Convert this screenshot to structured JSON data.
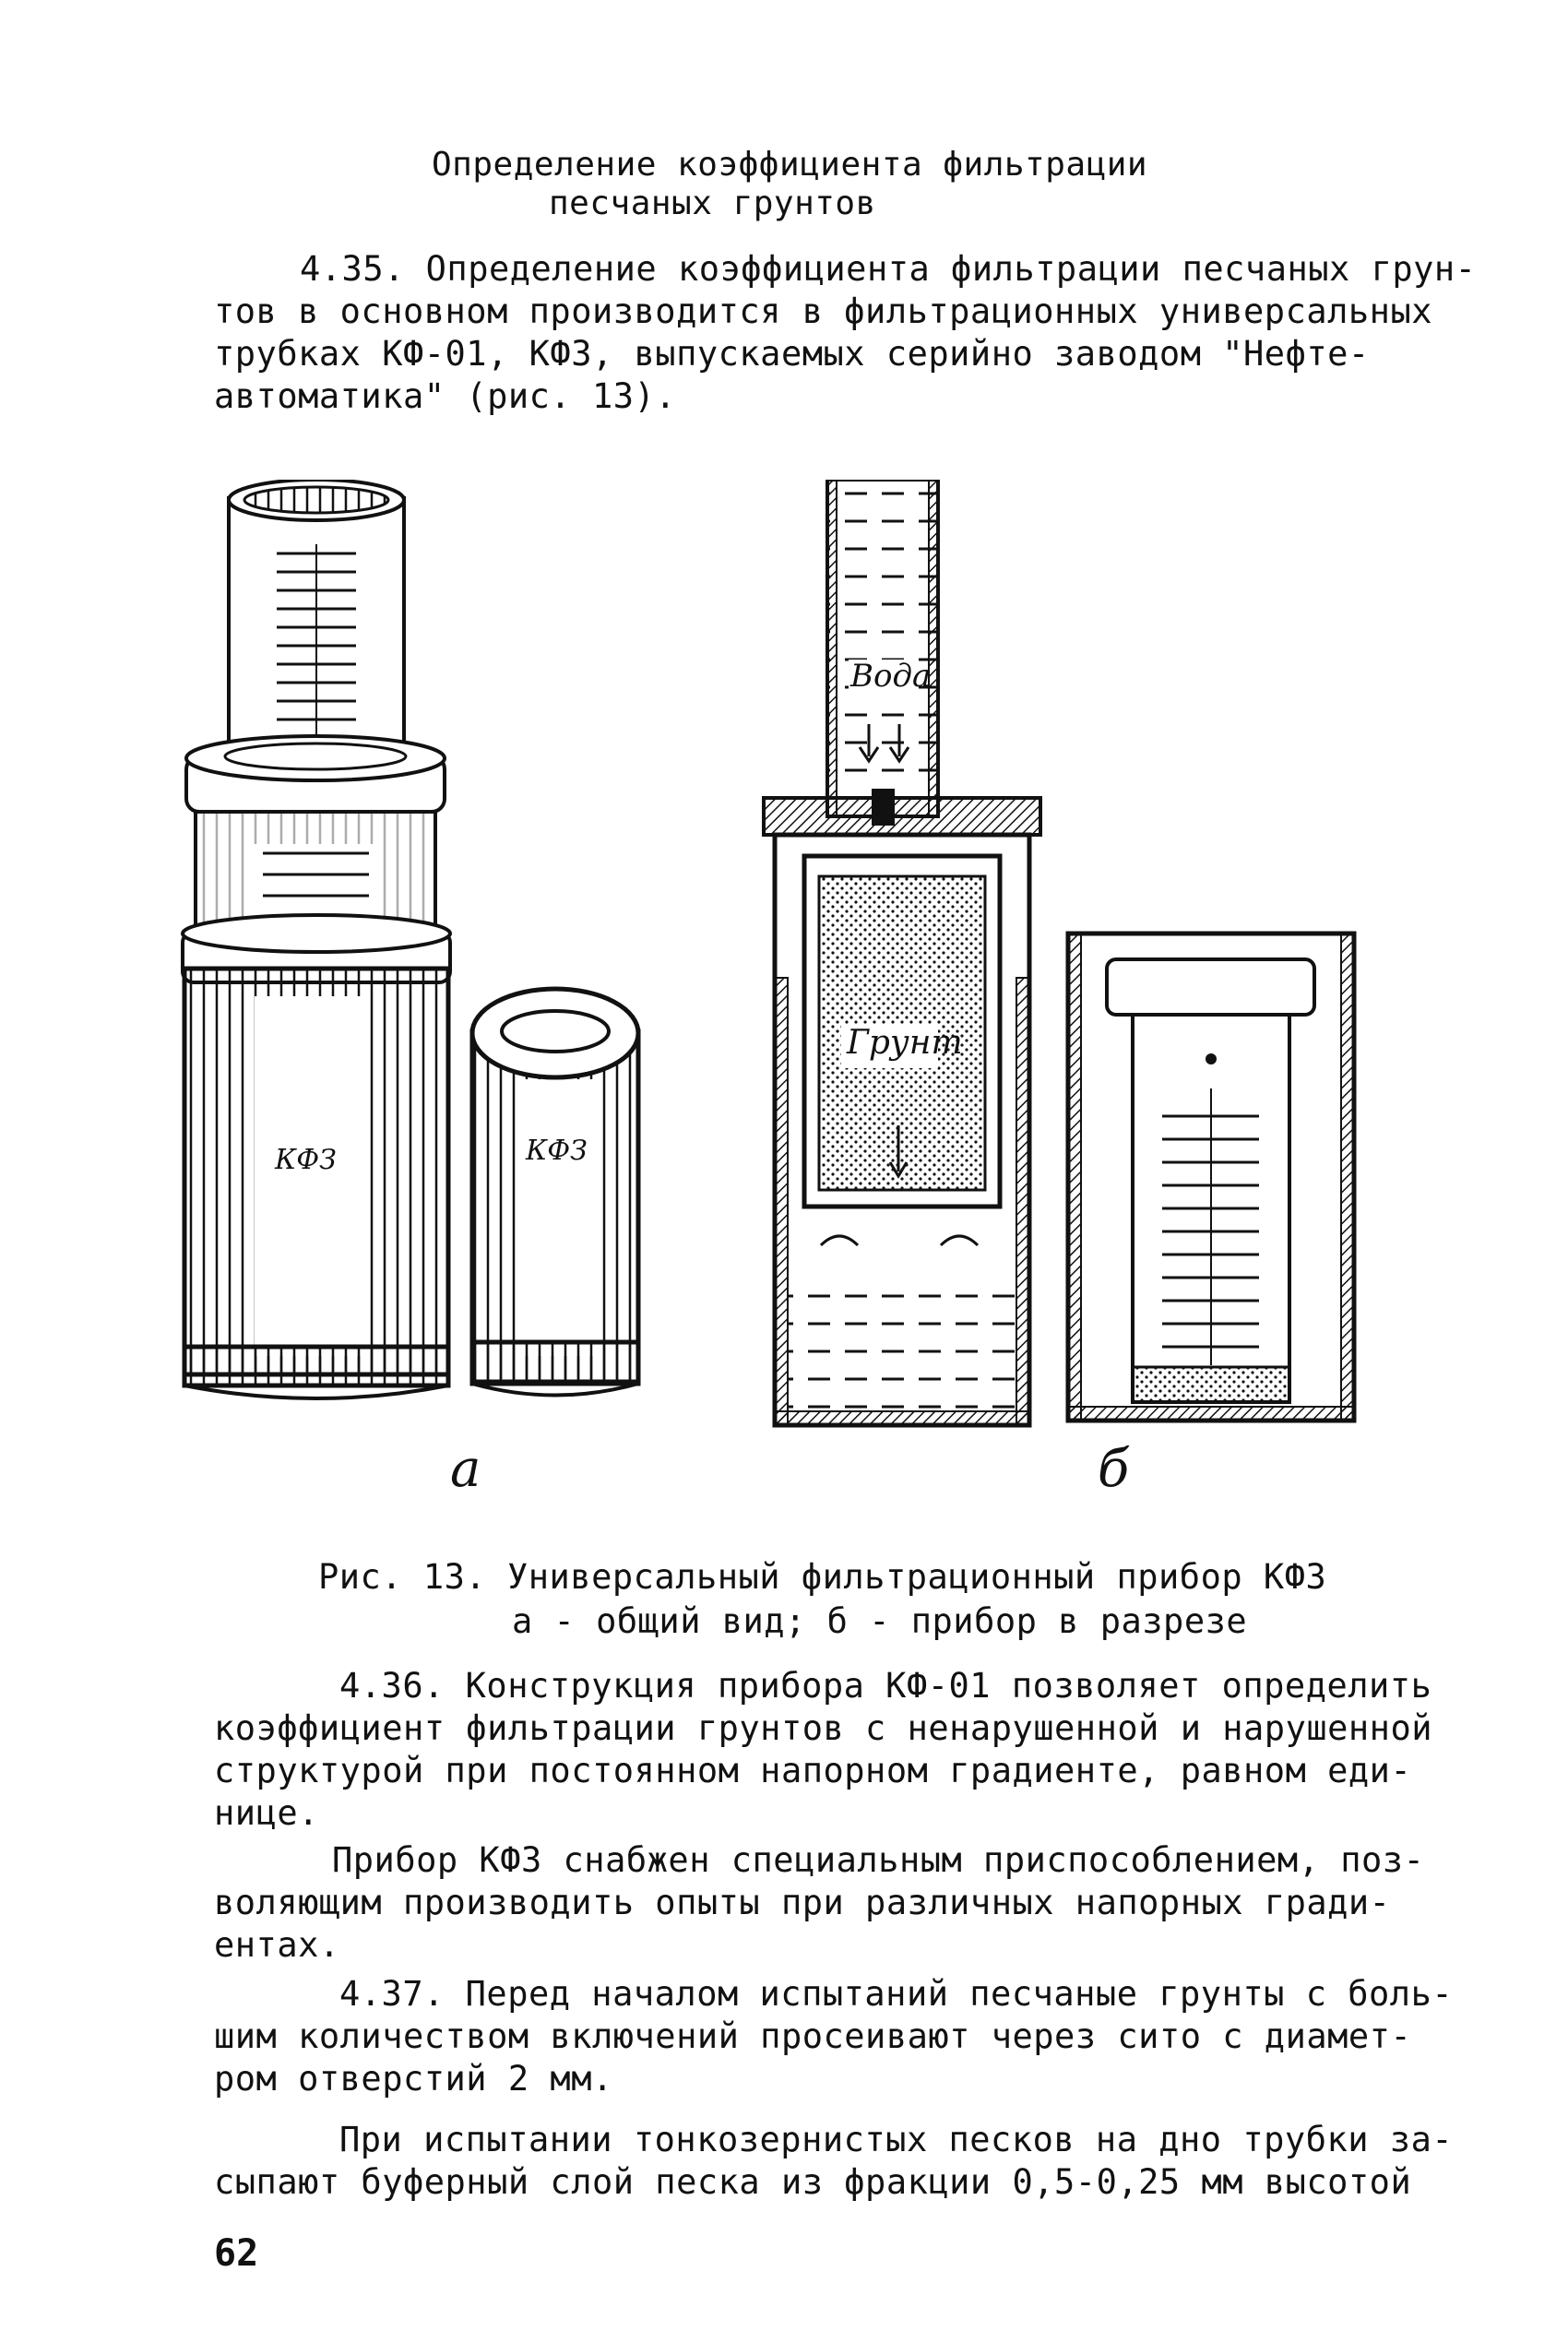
{
  "section": {
    "heading_line1": "Определение коэффициента фильтрации",
    "heading_line2": "песчаных грунтов"
  },
  "para_4_35": [
    "4.35. Определение коэффициента фильтрации песчаных грун-",
    "тов в основном производится в фильтрационных универсальных",
    "трубках КФ-01, КФЗ, выпускаемых серийно заводом \"Нефте-",
    "автоматика\" (рис. 13)."
  ],
  "figure": {
    "label_a": "а",
    "label_b": "б",
    "device_text_a": "КФЗ",
    "device_text_b": "КФЗ",
    "water_label": "Вода",
    "soil_label": "Грунт",
    "caption_line1": "Рис. 13. Универсальный фильтрационный прибор КФЗ",
    "caption_line2": "а - общий вид; б - прибор в разрезе"
  },
  "para_4_36": [
    "4.36. Конструкция прибора КФ-01 позволяет определить",
    "коэффициент фильтрации грунтов с ненарушенной и нарушенной",
    "структурой при постоянном напорном градиенте, равном еди-",
    "нице."
  ],
  "para_kfz": [
    "Прибор КФЗ снабжен специальным приспособлением, поз-",
    "воляющим производить опыты при различных напорных гради-",
    "ентах."
  ],
  "para_4_37": [
    "4.37. Перед началом испытаний песчаные грунты с боль-",
    "шим количеством включений просеивают через сито с диамет-",
    "ром отверстий 2 мм."
  ],
  "para_fine": [
    "При испытании тонкозернистых песков на дно трубки за-",
    "сыпают буферный слой песка из фракции 0,5-0,25 мм высотой"
  ],
  "page_number": "62"
}
